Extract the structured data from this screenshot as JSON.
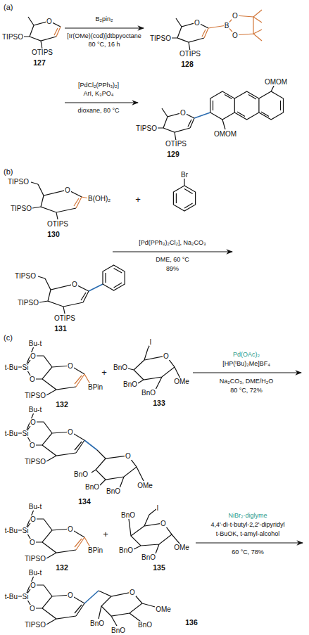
{
  "diagram": {
    "labels": [
      "(a)",
      "O",
      "TIPSO",
      "OTIPS",
      "127",
      "B₂pin₂",
      "[Ir(OMe)(cod)]dtbpyoctane",
      "80 °C, 16 h",
      "O",
      "B",
      "O",
      "O",
      "TIPSO",
      "OTIPS",
      "128",
      "[PdCl₂(PPh₃)₂]",
      "ArI, K₃PO₄",
      "dioxane, 80 °C",
      "OMOM",
      "O",
      "TIPSO",
      "OMOM",
      "OTIPS",
      "129",
      "(b)",
      "TIPSO",
      "O",
      "B(OH)₂",
      "TIPSO",
      "OTIPS",
      "130",
      "+",
      "Br",
      "[Pd(PPh₃)₂Cl₂], Na₂CO₃",
      "DME, 60 °C",
      "89%",
      "TIPSO",
      "O",
      "TIPSO",
      "OTIPS",
      "131",
      "(c)",
      "Bu-t",
      "t-Bu",
      "Si",
      "O",
      "O",
      "O",
      "TIPSO",
      "BPin",
      "132",
      "+",
      "I",
      "O",
      "BnO",
      "BnO",
      "BnO",
      "OMe",
      "133",
      "Pd(OAc)₂",
      "[HP(ᵗBu)₂Me]BF₄",
      "Na₂CO₃, DME/H₂O",
      "80 °C, 72%",
      "Bu-t",
      "t-Bu",
      "Si",
      "O",
      "O",
      "O",
      "TIPSO",
      "O",
      "BnO",
      "BnO",
      "BnO",
      "OMe",
      "134",
      "Bu-t",
      "t-Bu",
      "Si",
      "O",
      "O",
      "O",
      "TIPSO",
      "BPin",
      "132",
      "+",
      "BnO",
      "I",
      "O",
      "BnO",
      "BnO",
      "OMe",
      "135",
      "NiBr₂·diglyme",
      "4,4'-di-t-butyl-2,2'-dipyridyl",
      "t-BuOK, t-amyl-alcohol",
      "60 °C, 78%",
      "Bu-t",
      "t-Bu",
      "Si",
      "O",
      "O",
      "O",
      "TIPSO",
      "O",
      "BnO",
      "BnO",
      "BnO",
      "OMe",
      "136"
    ]
  }
}
